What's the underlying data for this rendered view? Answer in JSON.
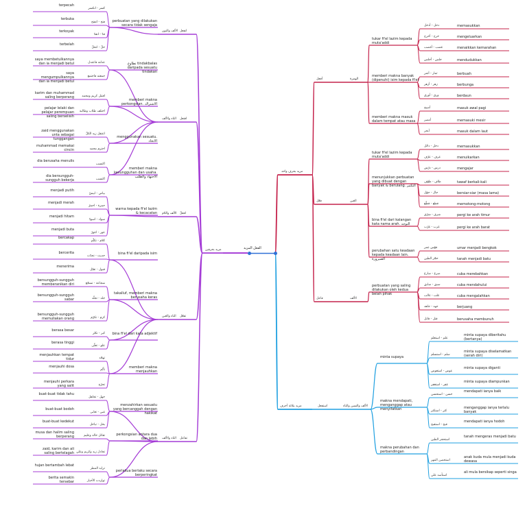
{
  "root": "الفعل المزيد",
  "colors": {
    "left": "#a43bd6",
    "right_top": "#c4204a",
    "right_bottom": "#1e9fe0",
    "root_dot": "#2f6fd6"
  },
  "right": {
    "mazid1": {
      "label": "مزيد بحرف واحد",
      "hamzah": {
        "label": "الهمزة",
        "wazan": "أفعل",
        "groups": [
          {
            "label": "tukar fi'el lazim kepada muta'addi",
            "items": [
              [
                "دخل - أدخل",
                "memasukkan"
              ],
              [
                "خرج - أخرج",
                "mengeluarkan"
              ],
              [
                "غضب - أغضب",
                "menaikkan kemarahan"
              ],
              [
                "جلس - أجلس",
                "mendudukkan"
              ]
            ]
          },
          {
            "label": "memberi makna banyak (dipenuhi) isim kepada fi'el",
            "items": [
              [
                "ثمار - أثمر",
                "berbuah"
              ],
              [
                "زهر - أزهر",
                "berbunga"
              ],
              [
                "ورق - أورق",
                "berdaun"
              ]
            ]
          },
          {
            "label": "memberi makna masuk dalam tempat atau masa",
            "items": [
              [
                "أصبح",
                "masuk awal pagi"
              ],
              [
                "أمصر",
                "memasuki mesir"
              ],
              [
                "أبحر",
                "masuk dalam laut"
              ]
            ]
          }
        ]
      },
      "ain": {
        "label": "العين",
        "wazan": "فعّل",
        "groups": [
          {
            "label": "tukar fi'el lazim kepada muta'addi",
            "items": [
              [
                "دخل - دخّل",
                "memasukkan"
              ],
              [
                "عرف - عرّف",
                "menuikarkan"
              ],
              [
                "درس - درّس",
                "mengajar"
              ]
            ]
          },
          {
            "label": "menunjukkan perbuatan yang dibuat dengan banyak & berulang. التكثير",
            "items": [
              [
                "طاف - طوّف",
                "tawaf berkali-kali"
              ],
              [
                "جال - جوّل",
                "bersiar-siar (masa lama)"
              ],
              [
                "قطع - قطّع",
                "memotong-motong"
              ]
            ]
          },
          {
            "label": "bina fi'el dari kalangan kata nama arah. التوجه",
            "items": [
              [
                "شرق - شرّق",
                "pergi ke arah timur"
              ],
              [
                "غرب - غرّب",
                "pergi ke arah barat"
              ]
            ]
          },
          {
            "label": "perubahan satu keadaan kepada keadaan lain. الصيرورة",
            "items": [
              [
                "قوّس عمر",
                "umar menjadi bengkok"
              ],
              [
                "حجّر الطين",
                "tanah menjadi batu"
              ]
            ]
          }
        ]
      },
      "alif": {
        "label": "الألف",
        "wazan": "فاعل",
        "groups": [
          {
            "label": "perbuatan yang saling dilakukan oleh kedua belah pihak",
            "items": [
              [
                "صرع - صارع",
                "cuba merebahkan"
              ],
              [
                "سبق - سابق",
                "cuba mendahului"
              ],
              [
                "غلب - غالب",
                "cuba mengalahkan"
              ],
              [
                "جهد - جاهد",
                "berjuang"
              ],
              [
                "قتل - قاتل",
                "berusaha membunuh"
              ]
            ]
          }
        ]
      }
    },
    "mazid3": {
      "label": "مزيد بثلاثة أحرف",
      "sub": "الألف والسين والتاء",
      "wazan": "استفعل",
      "groups": [
        {
          "label": "minta supaya",
          "items": [
            [
              "علم - استعلم",
              "minta supaya diberitahu (bertanya)"
            ],
            [
              "سلم - استسلم",
              "minta supaya diselamatkan (serah diri)"
            ],
            [
              "عوض - استعوض",
              "minta supaya diganti"
            ],
            [
              "غفر - استغفر",
              "minta supaya diampunkan"
            ]
          ]
        },
        {
          "label": "makna mendapati, menganggap atau menyifatkan",
          "items": [
            [
              "حسن - استحسن",
              "mendapati ianya baik"
            ],
            [
              "كثر - استكثر",
              "menganggap ianya terlalu banyak"
            ],
            [
              "قبح - استقبح",
              "mendapati ianya hodoh"
            ]
          ]
        },
        {
          "label": "makna perubahan dan perbandingan",
          "items": [
            [
              "استحجر الطين",
              "tanah mengeras menjadi batu"
            ],
            [
              "استحصن المهر",
              "anak kuda mula menjadi kuda dewasa"
            ],
            [
              "استأسد علي",
              "ali mula bersikap seperti singa"
            ]
          ]
        }
      ]
    }
  },
  "left": {
    "label": "مزيد بحرفين",
    "branches": [
      {
        "label": "الألف والنون",
        "wazan": "انفعل",
        "groups": [
          {
            "label": "perbuatan yang dilakukan secara tidak sengaja",
            "items": [
              [
                "كسر - انكسر",
                "terpecah"
              ],
              [
                "فتح - انفتح",
                "terbuka"
              ],
              [
                "قدّ - انقدّ",
                "terkoyak"
              ],
              [
                "حلّ - انحلّ",
                "terbelah"
              ]
            ]
          }
        ]
      },
      {
        "label": "التاء والألف",
        "wazan": "افتعل",
        "groups": [
          {
            "label": "تطاوع tindakbalas daripada sesuatu tindakan",
            "items": [
              [
                "عدلته فاعتدل",
                "saya membetulkannya dan ia menjadi betul"
              ],
              [
                "جمعته فاجتمع",
                "saya mengumpulkannya dan ia menjadi betul"
              ]
            ]
          },
          {
            "label": "memberi makna perkongsian. الاشتراك",
            "items": [
              [
                "اقتتل كريم ومحمد",
                "karim dan muhammad saling berperang"
              ],
              [
                "اختلف طلاب وطالبة",
                "pelajar lelaki dan pelajar perempuan saling berselisih"
              ]
            ]
          },
          {
            "label": "menggunakan sesuatu. الاتخاذ",
            "items": [
              [
                "اعتقل زيد الكلّ",
                "zaid menggunakan unta sebagai tunggangan"
              ],
              [
                "احتزم محمد",
                "muhammad memakai cincin"
              ]
            ]
          },
          {
            "label": "memberi makna kesungguhan dan usaha. الاجتهاد والطلب",
            "items": [
              [
                "اكتسب",
                "dia berusaha menulis"
              ],
              [
                "اكتسب",
                "dia bersungguh-sungguh bekerja"
              ]
            ]
          }
        ]
      },
      {
        "label": "الألف واللام",
        "wazan": "افعلّ",
        "groups": [
          {
            "label": "warna kepada fi'el lazim & kecacatan",
            "items": [
              [
                "بياض - ابيضّ",
                "menjadi putih"
              ],
              [
                "حمرة - احمرّ",
                "menjadi merah"
              ],
              [
                "سواد - اسودّ",
                "menjadi hitam"
              ],
              [
                "عور - اعورّ",
                "menjadi buta"
              ]
            ]
          }
        ]
      },
      {
        "label": "التاء والعين",
        "wazan": "تفعّل",
        "groups": [
          {
            "label": "bina fi'el daripada isim",
            "items": [
              [
                "كلام - تكلّم",
                "bercakap"
              ],
              [
                "حديث - تحدّث",
                "bercerita"
              ],
              [
                "قبول - تقبّل",
                "menerima"
              ]
            ]
          },
          {
            "label": "takalluf, memberi makna berusaha keras",
            "items": [
              [
                "شجاعة - تشجّع",
                "bersungguh-sungguh memberanikan diri"
              ],
              [
                "جلد - تجلّد",
                "bersungguh-sungguh sabar"
              ],
              [
                "كرم - تكرّم",
                "bersungguh-sungguh memuliakan orang"
              ]
            ]
          },
          {
            "label": "bina fi'el dari kata adjektif",
            "items": [
              [
                "كبر - تكبّر",
                "berasa besar"
              ],
              [
                "علو - تعلّى",
                "berasa tinggi"
              ]
            ]
          },
          {
            "label": "memberi makna menjauhkan",
            "items": [
              [
                "تهجّد",
                "menjauhkan tempat tidur"
              ],
              [
                "تأثّم",
                "menjauhi dosa"
              ],
              [
                "تحرّج",
                "menjauhi perkara yang salit"
              ]
            ]
          }
        ]
      },
      {
        "label": "التاء والألف",
        "wazan": "تفاعل",
        "groups": [
          {
            "label": "menzahirkan sesuatu yang bercanggah dengan hakikat",
            "items": [
              [
                "جهل - تجاهل",
                "buat-buat tidak tahu"
              ],
              [
                "غبي - تغابى",
                "buat-buat bodoh"
              ],
              [
                "بخل - تباخل",
                "buat-buat kedekut"
              ]
            ]
          },
          {
            "label": "perkongsian antara dua dan lebih",
            "items": [
              [
                "تقاتل خالد وعليم",
                "musa dan halim saling berperang"
              ],
              [
                "تجادل زيد وكريم وعلي",
                "zaid, karim dan ali saling bertelagah"
              ]
            ]
          },
          {
            "label": "perlakua berlaku secara berperingkat",
            "items": [
              [
                "تزايد المطر",
                "hujan bertambah lebat"
              ],
              [
                "تواردت الأخبار",
                "berita semakin tersebar"
              ]
            ]
          }
        ]
      }
    ]
  }
}
